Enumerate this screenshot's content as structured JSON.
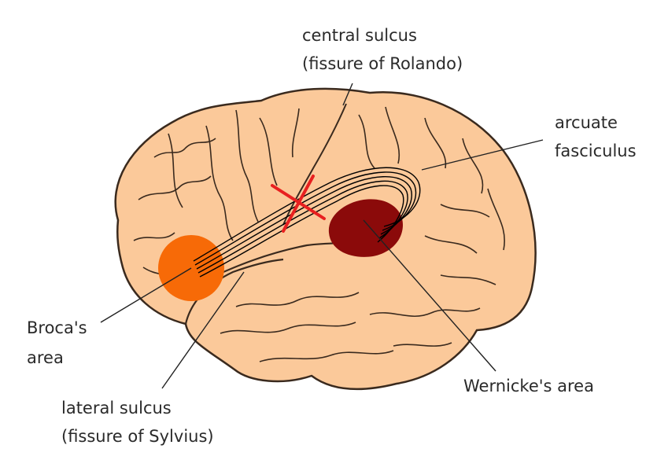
{
  "labels": {
    "central_sulcus": [
      "central sulcus",
      "(fissure of Rolando)"
    ],
    "arcuate_fasciculus": [
      "arcuate",
      "fasciculus"
    ],
    "broca": [
      "Broca's",
      "area"
    ],
    "wernicke": [
      "Wernicke's area"
    ],
    "lateral_sulcus": [
      "lateral sulcus",
      "(fissure of Sylvius)"
    ]
  },
  "colors": {
    "brain_fill": "#fbc99a",
    "brain_outline": "#3a2a1e",
    "broca_fill": "#f76a07",
    "wernicke_fill": "#8b0a0a",
    "lesion_mark": "#e82020",
    "text": "#2a2a2a"
  },
  "lesion_marker": "X"
}
